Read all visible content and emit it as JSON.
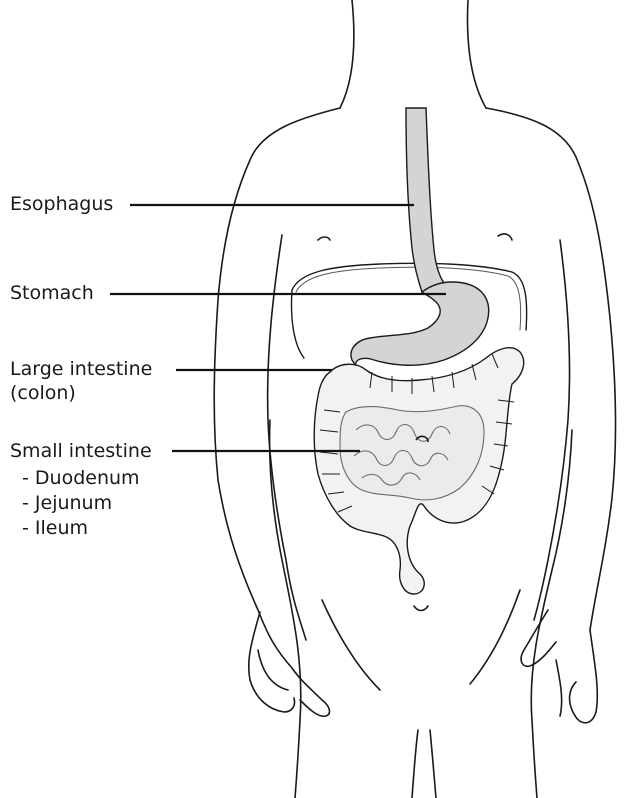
{
  "labels": {
    "esophagus": "Esophagus",
    "stomach": "Stomach",
    "large_intestine_line1": "Large intestine",
    "large_intestine_line2": "(colon)",
    "small_intestine": "Small intestine",
    "small_intestine_parts": [
      "- Duodenum",
      "- Jejunum",
      "- Ileum"
    ]
  },
  "colors": {
    "outline": "#1a1a1a",
    "organ_fill": "#d4d4d4",
    "organ_light": "#ebebeb",
    "leader_line": "#111111"
  }
}
